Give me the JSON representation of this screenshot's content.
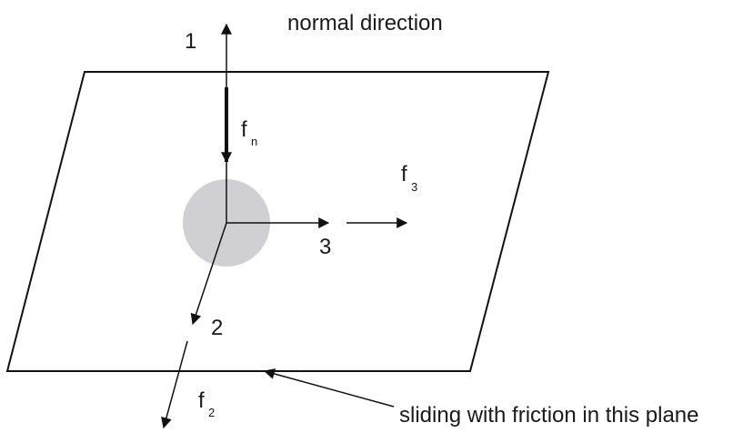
{
  "labels": {
    "normal_direction": "normal direction",
    "axis1": "1",
    "axis2": "2",
    "axis3": "3",
    "fn_main": "f",
    "fn_sub": "n",
    "f3_main": "f",
    "f3_sub": "3",
    "f2_main": "f",
    "f2_sub": "2",
    "sliding_note": "sliding with friction in this plane"
  },
  "colors": {
    "line": "#111111",
    "contact_patch": "#d0d0d4",
    "text": "#1a1a1a"
  }
}
